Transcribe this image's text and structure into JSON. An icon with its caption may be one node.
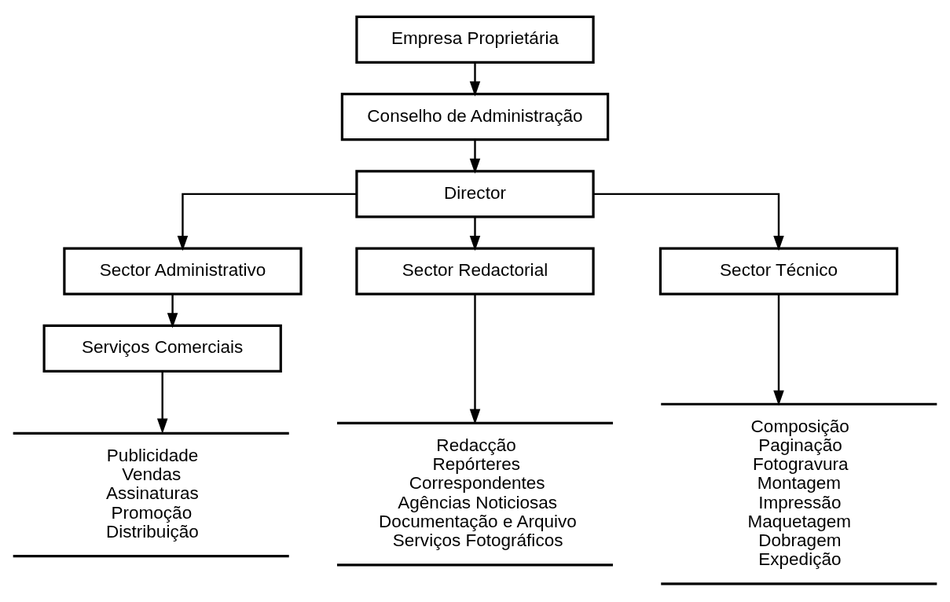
{
  "diagram": {
    "nodes": [
      {
        "text": [
          "Empresa Proprietária"
        ]
      },
      {
        "text": [
          "Conselho de Administração"
        ]
      },
      {
        "text": [
          "Director"
        ]
      },
      {
        "text": [
          "Sector Administrativo"
        ]
      },
      {
        "text": [
          "Serviços Comerciais"
        ]
      },
      {
        "text": [
          "Sector Redactorial"
        ]
      },
      {
        "text": [
          "Sector Técnico"
        ]
      },
      {
        "text": [
          "Publicidade",
          "Vendas",
          "Assinaturas",
          "Promoção",
          "Distribuição"
        ]
      },
      {
        "text": [
          "Redacção",
          "Repórteres",
          "Correspondentes",
          "Agências Noticiosas",
          "Documentação e Arquivo",
          "Serviços Fotográficos"
        ]
      },
      {
        "text": [
          "Composição",
          "Paginação",
          "Fotogravura",
          "Montagem",
          "Impressão",
          "Maquetagem",
          "Dobragem",
          "Expedição"
        ]
      }
    ],
    "edges": [
      {
        "from": 0,
        "to": 1,
        "arrow": "to"
      },
      {
        "from": 1,
        "to": 2,
        "arrow": "to"
      },
      {
        "from": 2,
        "to": 3,
        "arrow": "to"
      },
      {
        "from": 2,
        "to": 5,
        "arrow": "to"
      },
      {
        "from": 2,
        "to": 6,
        "arrow": "to"
      },
      {
        "from": 3,
        "to": 4,
        "arrow": "to"
      },
      {
        "from": 4,
        "to": 7,
        "arrow": "to"
      },
      {
        "from": 5,
        "to": 8,
        "arrow": "to"
      },
      {
        "from": 6,
        "to": 9,
        "arrow": "to"
      }
    ]
  }
}
